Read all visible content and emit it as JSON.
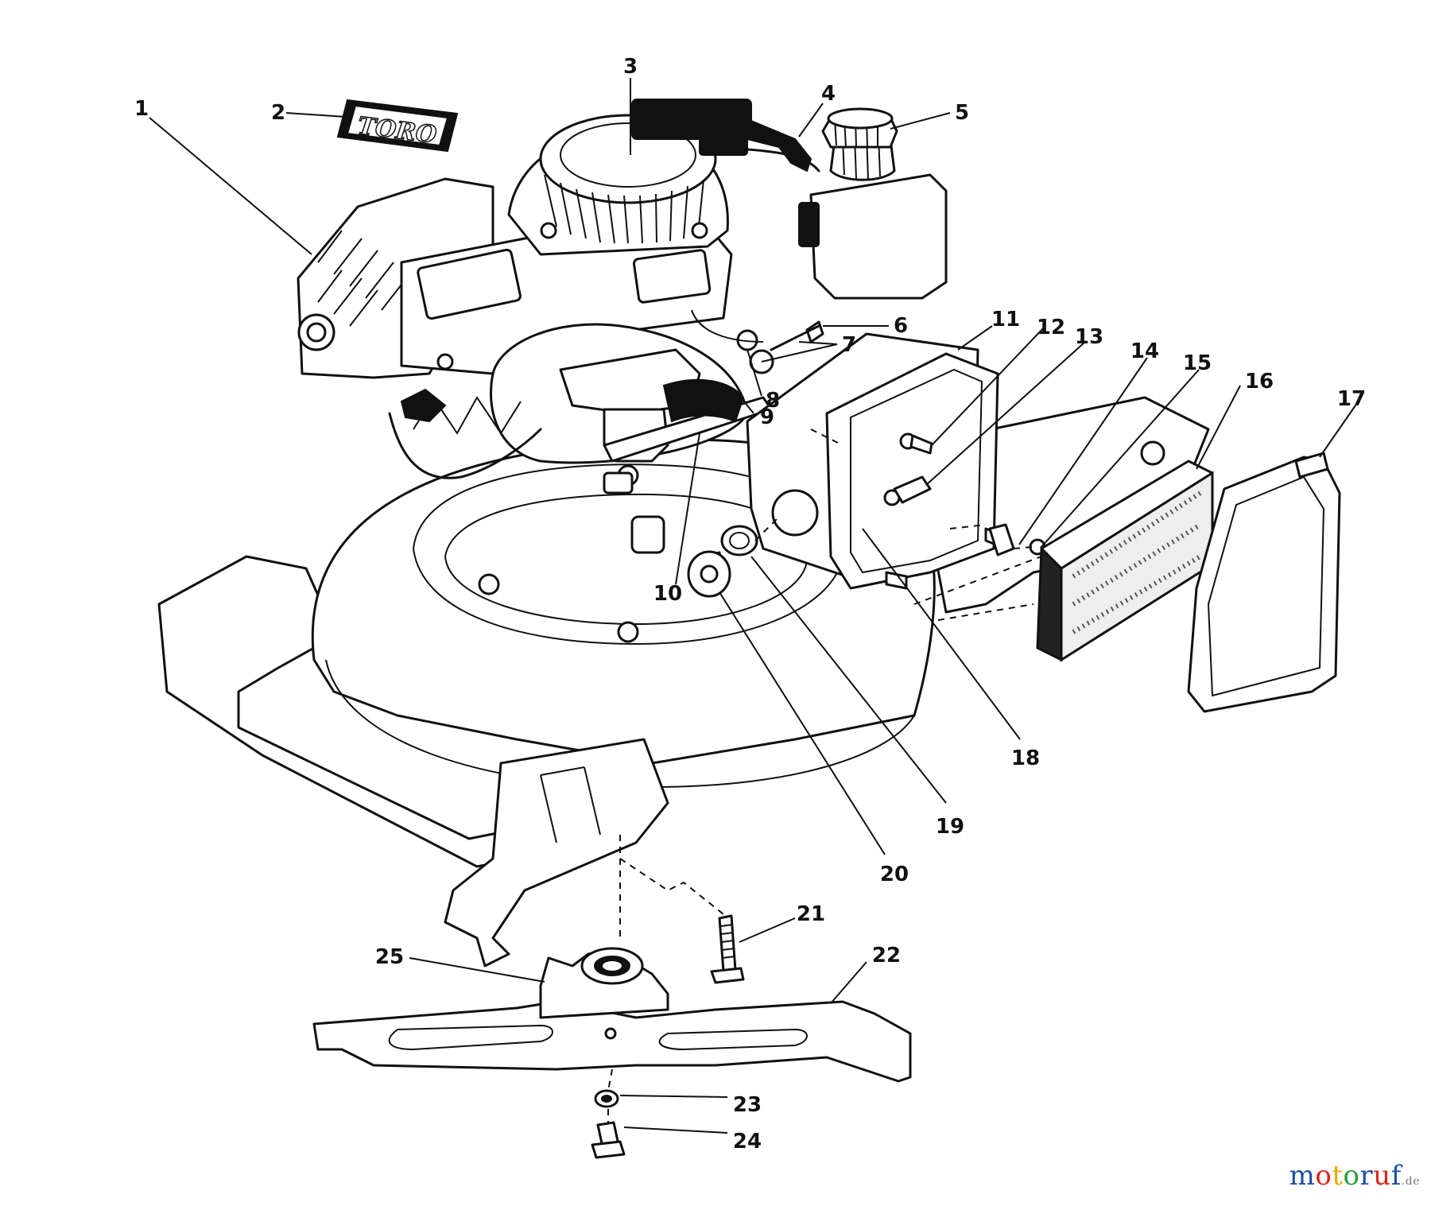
{
  "diagram": {
    "callouts": [
      "1",
      "2",
      "3",
      "4",
      "5",
      "6",
      "7",
      "8",
      "9",
      "10",
      "11",
      "12",
      "13",
      "14",
      "15",
      "16",
      "17",
      "18",
      "19",
      "20",
      "21",
      "22",
      "23",
      "24",
      "25"
    ],
    "logo_text": "TORO"
  },
  "watermark": {
    "text": "motoruf",
    "suffix": ".de",
    "letter_colors": [
      "#1b4f9c",
      "#e2231a",
      "#f5a400",
      "#2a9d3a",
      "#1b4f9c",
      "#e2231a",
      "#1b4f9c"
    ]
  }
}
